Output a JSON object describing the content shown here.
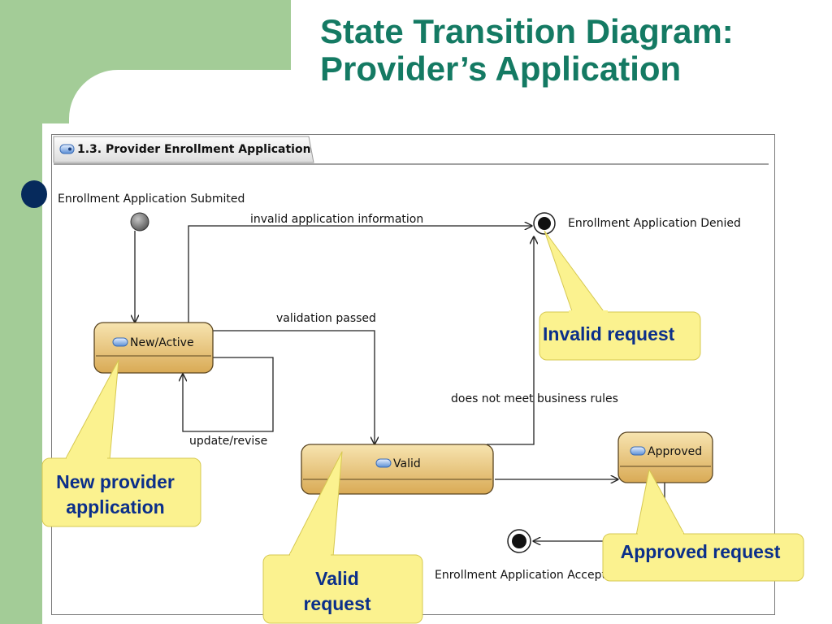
{
  "slide": {
    "title_line1": "State Transition Diagram:",
    "title_line2": "Provider’s Application"
  },
  "diagram": {
    "tab_title": "1.3. Provider Enrollment Application",
    "initial_label": "Enrollment Application Submited",
    "final_denied_label": "Enrollment Application Denied",
    "final_accepted_label": "Enrollment Application Accepted",
    "states": {
      "new_active": "New/Active",
      "valid": "Valid",
      "approved": "Approved"
    },
    "transitions": {
      "invalid_info": "invalid application information",
      "validation_passed": "validation passed",
      "update_revise": "update/revise",
      "not_meet_rules": "does not meet business rules"
    },
    "callouts": {
      "invalid_request": "Invalid request",
      "new_provider_line1": "New provider",
      "new_provider_line2": "application",
      "valid_line1": "Valid",
      "valid_line2": "request",
      "approved_request": "Approved request"
    }
  },
  "colors": {
    "background_green": "#a3cc97",
    "title_teal": "#147a63",
    "state_fill_top": "#f7e4b0",
    "state_fill_bottom": "#d9aa55",
    "callout_fill": "#fbf28f",
    "callout_text": "#0b2f8a",
    "bullet_navy": "#062a5c"
  }
}
